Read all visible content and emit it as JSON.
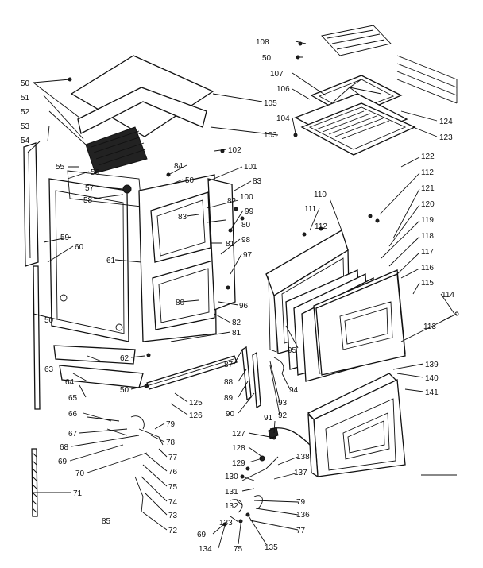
{
  "labels": [
    {
      "id": "108",
      "text": "108"
    },
    {
      "id": "50a",
      "text": "50"
    },
    {
      "id": "107",
      "text": "107"
    },
    {
      "id": "106",
      "text": "106"
    },
    {
      "id": "105",
      "text": "105"
    },
    {
      "id": "104",
      "text": "104"
    },
    {
      "id": "103",
      "text": "103"
    },
    {
      "id": "124",
      "text": "124"
    },
    {
      "id": "123",
      "text": "123"
    },
    {
      "id": "50b",
      "text": "50"
    },
    {
      "id": "51",
      "text": "51"
    },
    {
      "id": "52",
      "text": "52"
    },
    {
      "id": "53",
      "text": "53"
    },
    {
      "id": "54",
      "text": "54"
    },
    {
      "id": "55",
      "text": "55"
    },
    {
      "id": "56",
      "text": "56"
    },
    {
      "id": "57",
      "text": "57"
    },
    {
      "id": "58",
      "text": "58"
    },
    {
      "id": "59",
      "text": "59"
    },
    {
      "id": "60",
      "text": "60"
    },
    {
      "id": "61",
      "text": "61"
    },
    {
      "id": "50c",
      "text": "50"
    },
    {
      "id": "63",
      "text": "63"
    },
    {
      "id": "64",
      "text": "64"
    },
    {
      "id": "65",
      "text": "65"
    },
    {
      "id": "62",
      "text": "62"
    },
    {
      "id": "50d",
      "text": "50"
    },
    {
      "id": "66",
      "text": "66"
    },
    {
      "id": "67",
      "text": "67"
    },
    {
      "id": "68",
      "text": "68"
    },
    {
      "id": "69a",
      "text": "69"
    },
    {
      "id": "70",
      "text": "70"
    },
    {
      "id": "71",
      "text": "71"
    },
    {
      "id": "85",
      "text": "85"
    },
    {
      "id": "102",
      "text": "102"
    },
    {
      "id": "84",
      "text": "84"
    },
    {
      "id": "50e",
      "text": "50"
    },
    {
      "id": "101",
      "text": "101"
    },
    {
      "id": "83a",
      "text": "83"
    },
    {
      "id": "100",
      "text": "100"
    },
    {
      "id": "83b",
      "text": "83"
    },
    {
      "id": "82a",
      "text": "82"
    },
    {
      "id": "99",
      "text": "99"
    },
    {
      "id": "80a",
      "text": "80"
    },
    {
      "id": "81a",
      "text": "81"
    },
    {
      "id": "98",
      "text": "98"
    },
    {
      "id": "97",
      "text": "97"
    },
    {
      "id": "80b",
      "text": "80"
    },
    {
      "id": "96",
      "text": "96"
    },
    {
      "id": "82b",
      "text": "82"
    },
    {
      "id": "81b",
      "text": "81"
    },
    {
      "id": "125",
      "text": "125"
    },
    {
      "id": "126",
      "text": "126"
    },
    {
      "id": "79a",
      "text": "79"
    },
    {
      "id": "78",
      "text": "78"
    },
    {
      "id": "77a",
      "text": "77"
    },
    {
      "id": "76",
      "text": "76"
    },
    {
      "id": "75a",
      "text": "75"
    },
    {
      "id": "74",
      "text": "74"
    },
    {
      "id": "73",
      "text": "73"
    },
    {
      "id": "72",
      "text": "72"
    },
    {
      "id": "122",
      "text": "122"
    },
    {
      "id": "112a",
      "text": "112"
    },
    {
      "id": "121",
      "text": "121"
    },
    {
      "id": "110",
      "text": "110"
    },
    {
      "id": "120",
      "text": "120"
    },
    {
      "id": "111",
      "text": "111"
    },
    {
      "id": "112b",
      "text": "112"
    },
    {
      "id": "119",
      "text": "119"
    },
    {
      "id": "118",
      "text": "118"
    },
    {
      "id": "117",
      "text": "117"
    },
    {
      "id": "116",
      "text": "116"
    },
    {
      "id": "115",
      "text": "115"
    },
    {
      "id": "114",
      "text": "114"
    },
    {
      "id": "113",
      "text": "113"
    },
    {
      "id": "95",
      "text": "95"
    },
    {
      "id": "87",
      "text": "87"
    },
    {
      "id": "88",
      "text": "88"
    },
    {
      "id": "89",
      "text": "89"
    },
    {
      "id": "90",
      "text": "90"
    },
    {
      "id": "94",
      "text": "94"
    },
    {
      "id": "93",
      "text": "93"
    },
    {
      "id": "92",
      "text": "92"
    },
    {
      "id": "91",
      "text": "91"
    },
    {
      "id": "139",
      "text": "139"
    },
    {
      "id": "140",
      "text": "140"
    },
    {
      "id": "141",
      "text": "141"
    },
    {
      "id": "127",
      "text": "127"
    },
    {
      "id": "128",
      "text": "128"
    },
    {
      "id": "129",
      "text": "129"
    },
    {
      "id": "138",
      "text": "138"
    },
    {
      "id": "137",
      "text": "137"
    },
    {
      "id": "130",
      "text": "130"
    },
    {
      "id": "131",
      "text": "131"
    },
    {
      "id": "132",
      "text": "132"
    },
    {
      "id": "79b",
      "text": "79"
    },
    {
      "id": "136",
      "text": "136"
    },
    {
      "id": "133",
      "text": "133"
    },
    {
      "id": "77b",
      "text": "77"
    },
    {
      "id": "69b",
      "text": "69"
    },
    {
      "id": "134",
      "text": "134"
    },
    {
      "id": "75b",
      "text": "75"
    },
    {
      "id": "135",
      "text": "135"
    }
  ]
}
